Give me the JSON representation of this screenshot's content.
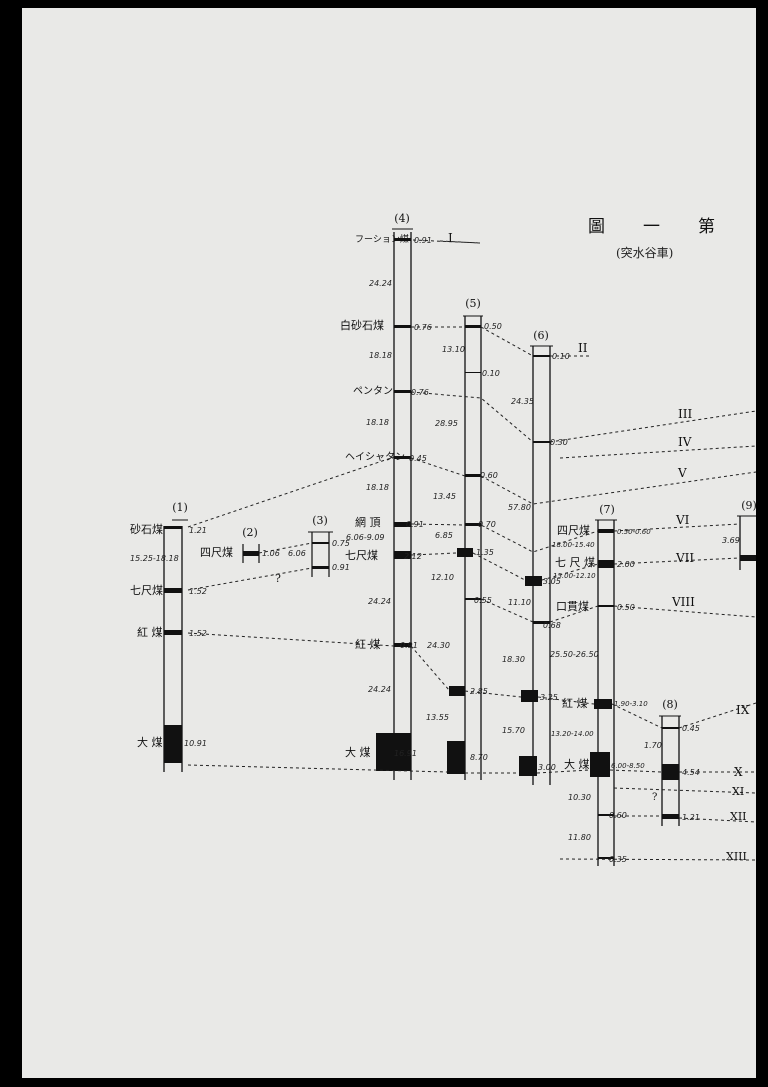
{
  "title": [
    "第",
    "一",
    "圖"
  ],
  "subtitle": "(突水谷車)",
  "columns": [
    {
      "id": "(1)"
    },
    {
      "id": "(2)"
    },
    {
      "id": "(3)"
    },
    {
      "id": "(4)"
    },
    {
      "id": "(5)"
    },
    {
      "id": "(6)"
    },
    {
      "id": "(7)"
    },
    {
      "id": "(8)"
    },
    {
      "id": "(9)"
    }
  ],
  "seam_labels": {
    "c1": [
      "砂石煤",
      "七尺煤",
      "紅 煤",
      "大 煤"
    ],
    "c2": [
      "四尺煤"
    ],
    "c4": [
      "フーション煤",
      "白砂石煤",
      "ペンタン",
      "ヘイシャタン",
      "網 頂",
      "七尺煤",
      "紅 煤",
      "大 煤"
    ],
    "c7": [
      "四尺煤",
      "七 尺 煤",
      "口貫煤",
      "紅 煤",
      "大 煤"
    ]
  },
  "numbers": {
    "c1": [
      "1.21",
      "15.25-18.18",
      "1.52",
      "1.52",
      "10.91"
    ],
    "c2": [
      "1.06",
      "6.06"
    ],
    "c3": [
      "0.75",
      "0.91"
    ],
    "c4": [
      "0.91",
      "24.24",
      "0.76",
      "18.18",
      "0.76",
      "18.18",
      "0.45",
      "18.18",
      "0.91",
      "6.06-9.09",
      "2.12",
      "24.24",
      "0.91",
      "24.24",
      "16.91"
    ],
    "c5": [
      "0.50",
      "13.10",
      "0.10",
      "28.95",
      "0.60",
      "13.45",
      "0.70",
      "6.85",
      "1.35",
      "12.10",
      "0.55",
      "24.30",
      "2.85",
      "13.55",
      "8.70"
    ],
    "c6": [
      "0.10",
      "24.35",
      "0.30",
      "57.80",
      "3.05",
      "11.10",
      "0.68",
      "18.30",
      "3.25",
      "15.70",
      "3.00"
    ],
    "c7": [
      "0.50-0.60",
      "18.00-15.40",
      "2.00",
      "15.00-12.10",
      "0.50",
      "25.50-26.50",
      "1.90-3.10",
      "13.20-14.00",
      "6.00-8.50",
      "10.30",
      "0.60",
      "11.80",
      "0.35"
    ],
    "c8": [
      "0.45",
      "1.70",
      "4.54",
      "1.21"
    ],
    "c9": [
      "3.69"
    ]
  },
  "roman": [
    "I",
    "II",
    "III",
    "IV",
    "V",
    "VI",
    "VII",
    "VIII",
    "IX",
    "X",
    "XI",
    "XII",
    "XIII"
  ],
  "marks": [
    "?",
    "?"
  ]
}
